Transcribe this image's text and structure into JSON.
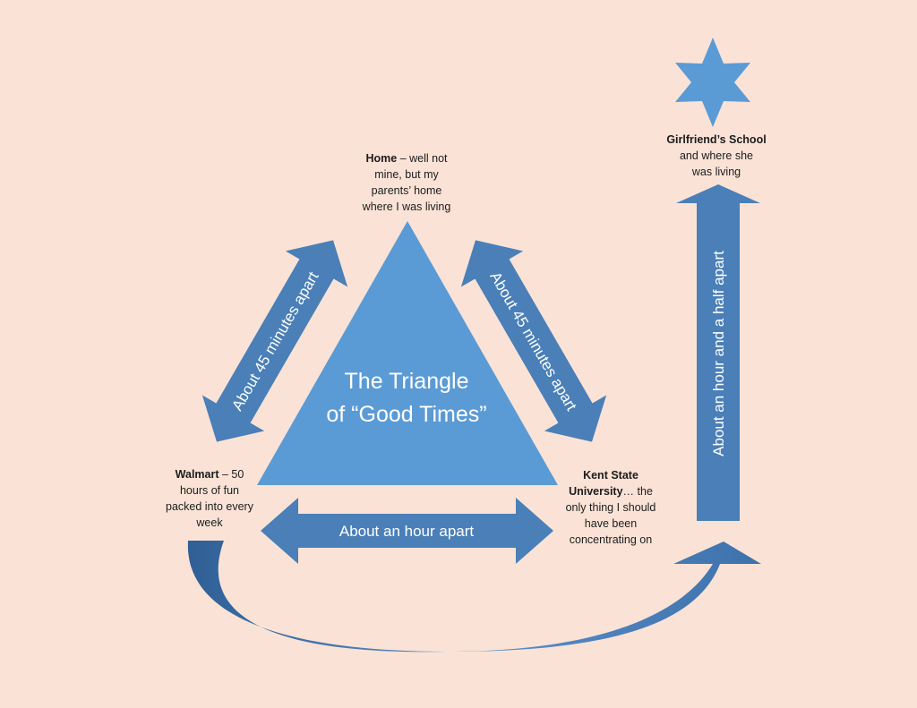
{
  "diagram": {
    "title_line1": "The Triangle",
    "title_line2": "of “Good Times”",
    "nodes": {
      "home": {
        "name": "Home",
        "desc_line1": " – well not",
        "desc_line2": "mine, but my",
        "desc_line3": "parents’ home",
        "desc_line4": "where I was living"
      },
      "walmart": {
        "name": "Walmart",
        "desc_line1": " – 50",
        "desc_line2": "hours of fun",
        "desc_line3": "packed into every",
        "desc_line4": "week"
      },
      "kent": {
        "name_line1": "Kent State",
        "name_line2": "University",
        "desc_line2": "… the",
        "desc_line3": "only thing I should",
        "desc_line4": "have been",
        "desc_line5": "concentrating on"
      },
      "girlfriend": {
        "name": "Girlfriend’s School",
        "desc_line2": "and where she",
        "desc_line3": "was living"
      }
    },
    "connectors": {
      "home_walmart": "About 45 minutes apart",
      "home_kent": "About 45 minutes apart",
      "walmart_kent": "About an hour apart",
      "kent_girlfriend": "About an hour and a half apart"
    },
    "colors": {
      "background": "#fae3d6",
      "triangle": "#5b9bd5",
      "arrow": "#4a7fb8",
      "star": "#5b9bd5"
    },
    "icons": {
      "destination_marker": "star-icon"
    }
  }
}
